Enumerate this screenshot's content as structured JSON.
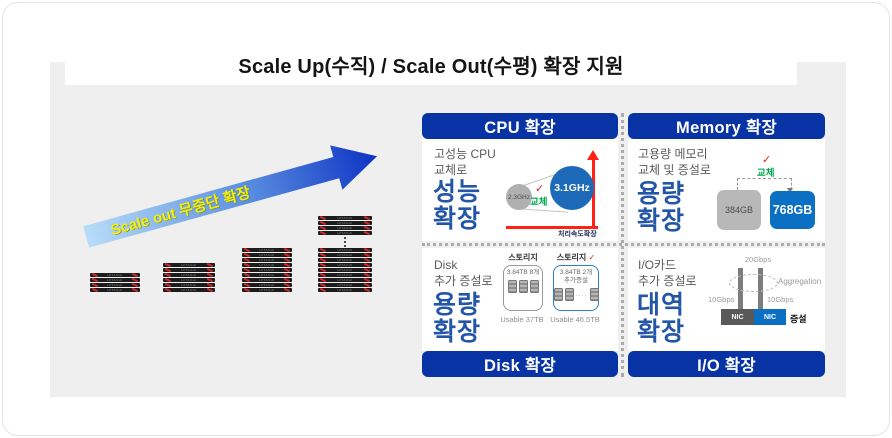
{
  "title": "Scale Up(수직) / Scale Out(수평) 확장 지원",
  "arrow": {
    "label": "Scale out 무중단 확장"
  },
  "servers": {
    "brand": "HITACHI",
    "stacks": [
      {
        "units": 4
      },
      {
        "units": 6
      },
      {
        "units": 9
      },
      {
        "units": 9,
        "extra_top_units": 4,
        "dots": true
      }
    ]
  },
  "panels": {
    "cpu": {
      "header": "CPU 확장",
      "desc": [
        "고성능 CPU",
        "교체로"
      ],
      "big": [
        "성능",
        "확장"
      ],
      "old_value": "2.3GHz",
      "new_value": "3.1GHz",
      "check": "✓",
      "check_label": "교체",
      "axis_label": "처리속도확장"
    },
    "memory": {
      "header": "Memory 확장",
      "desc": [
        "고용량 메모리",
        "교체 및 증설로"
      ],
      "big": [
        "용량",
        "확장"
      ],
      "check": "✓",
      "check_label": "교체",
      "old_value": "384GB",
      "new_value": "768GB"
    },
    "disk": {
      "header": "Disk 확장",
      "desc": [
        "Disk",
        "추가 증설로"
      ],
      "big": [
        "용량",
        "확장"
      ],
      "storage_current": {
        "label": "스토리지",
        "capacity": "3.84TB 8개",
        "usable": "Usable 37TB"
      },
      "storage_expanded": {
        "label": "스토리지",
        "check": "✓",
        "capacity_line1": "3.84TB 2개",
        "capacity_line2": "추가증설",
        "dots": "····",
        "usable": "Usable 46.5TB"
      }
    },
    "io": {
      "header": "I/O 확장",
      "desc": [
        "I/O카드",
        "추가 증설로"
      ],
      "big": [
        "대역",
        "확장"
      ],
      "total_bandwidth": "20Gbps",
      "aggregation_label": "Aggregation",
      "nic1_bandwidth": "10Gbps",
      "nic2_bandwidth": "10Gbps",
      "nic1_label": "NIC",
      "nic2_label": "NIC",
      "expand_label": "증설"
    }
  },
  "colors": {
    "header_blue": "#0833a5",
    "accent_text_blue": "#2456a8",
    "arrow_gradient_start": "#b9ddf8",
    "arrow_gradient_end": "#0d33c4",
    "arrow_label_yellow": "#f2ee13",
    "check_red": "#e0231c",
    "replace_green": "#00a651",
    "circle_gray": "#b0b0b0",
    "circle_blue": "#1d6ab8",
    "box_gray": "#b8b8b8",
    "box_blue": "#0b6fc4",
    "axis_red": "#ff2116",
    "nic_dark": "#595959",
    "background_gray": "#efefef"
  }
}
